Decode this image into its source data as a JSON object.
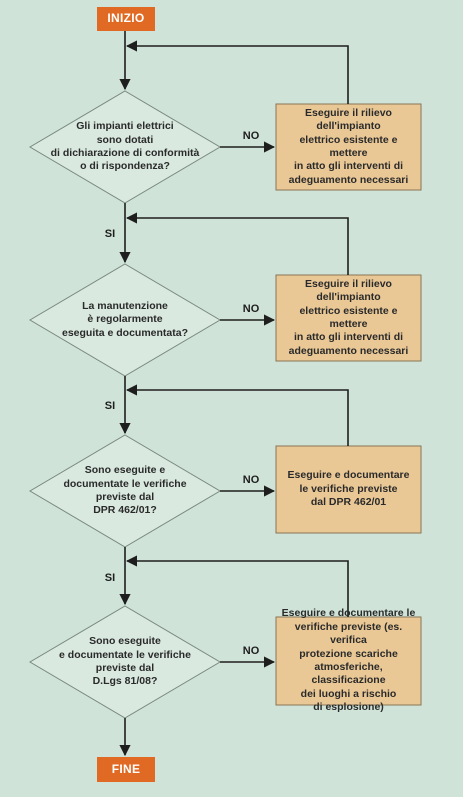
{
  "colors": {
    "background": "#cfe3d8",
    "diamond_fill": "#d9e9df",
    "diamond_stroke": "#7a8a80",
    "box_fill": "#e9c896",
    "box_stroke": "#8a7555",
    "terminal_fill": "#e06a24",
    "line": "#1e1e1e"
  },
  "start": {
    "label": "INIZIO"
  },
  "end": {
    "label": "FINE"
  },
  "decisions": [
    {
      "question": "Gli impianti elettrici\nsono dotati\ndi dichiarazione di conformità\no di rispondenza?",
      "no_label": "NO",
      "yes_label": "SI",
      "action": "Eseguire il rilievo dell'impianto\nelettrico esistente e mettere\nin atto gli interventi di\nadeguamento necessari"
    },
    {
      "question": "La manutenzione\nè regolarmente\neseguita e documentata?",
      "no_label": "NO",
      "yes_label": "SI",
      "action": "Eseguire il rilievo dell'impianto\nelettrico esistente e mettere\nin atto gli interventi di\nadeguamento necessari"
    },
    {
      "question": "Sono eseguite e\ndocumentate le verifiche\npreviste dal\nDPR 462/01?",
      "no_label": "NO",
      "yes_label": "SI",
      "action": "Eseguire e documentare\nle verifiche previste\ndal DPR 462/01"
    },
    {
      "question": "Sono eseguite\ne documentate le verifiche\npreviste dal\nD.Lgs 81/08?",
      "no_label": "NO",
      "action": "Eseguire e documentare le\nverifiche previste (es. verifica\nprotezione scariche\natmosferiche, classificazione\ndei luoghi a rischio\ndi esplosione)"
    }
  ]
}
